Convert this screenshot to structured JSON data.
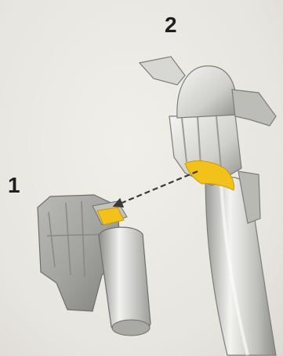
{
  "diagram": {
    "callouts": [
      {
        "id": "1",
        "text": "1"
      },
      {
        "id": "2",
        "text": "2"
      }
    ],
    "colors": {
      "background": "#e9e7e1",
      "part_fill": "#c9c9c6",
      "part_dark": "#8f8f8c",
      "part_light": "#f4f4f2",
      "highlight": "#f2c21b",
      "label": "#1e1e1e"
    },
    "parts": [
      {
        "name": "component-block-part",
        "callout": "1"
      },
      {
        "name": "shaft-bracket-part",
        "callout": "2"
      }
    ],
    "connector": {
      "style": "dashed-arrow",
      "from": "2",
      "to": "1"
    }
  }
}
